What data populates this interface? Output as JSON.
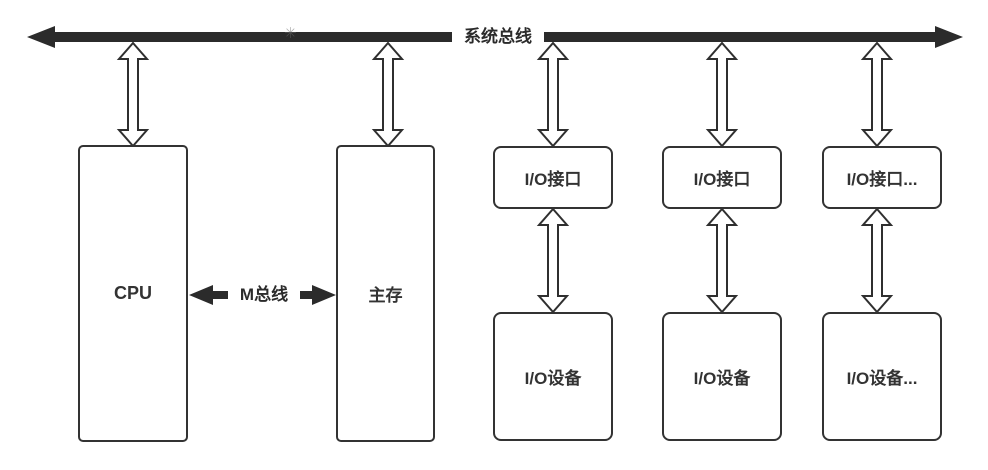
{
  "diagram": {
    "system_bus_label": "系统总线",
    "m_bus_label": "M总线",
    "cpu_label": "CPU",
    "main_memory_label": "主存",
    "io_interfaces": [
      "I/O接口",
      "I/O接口",
      "I/O接口..."
    ],
    "io_devices": [
      "I/O设备",
      "I/O设备",
      "I/O设备..."
    ],
    "watermark_glyph": "✳",
    "colors": {
      "bus": "#2b2b2b",
      "box_border": "#333333",
      "arrow_outline": "#2f2f2f",
      "text": "#333333",
      "background": "#ffffff"
    }
  }
}
